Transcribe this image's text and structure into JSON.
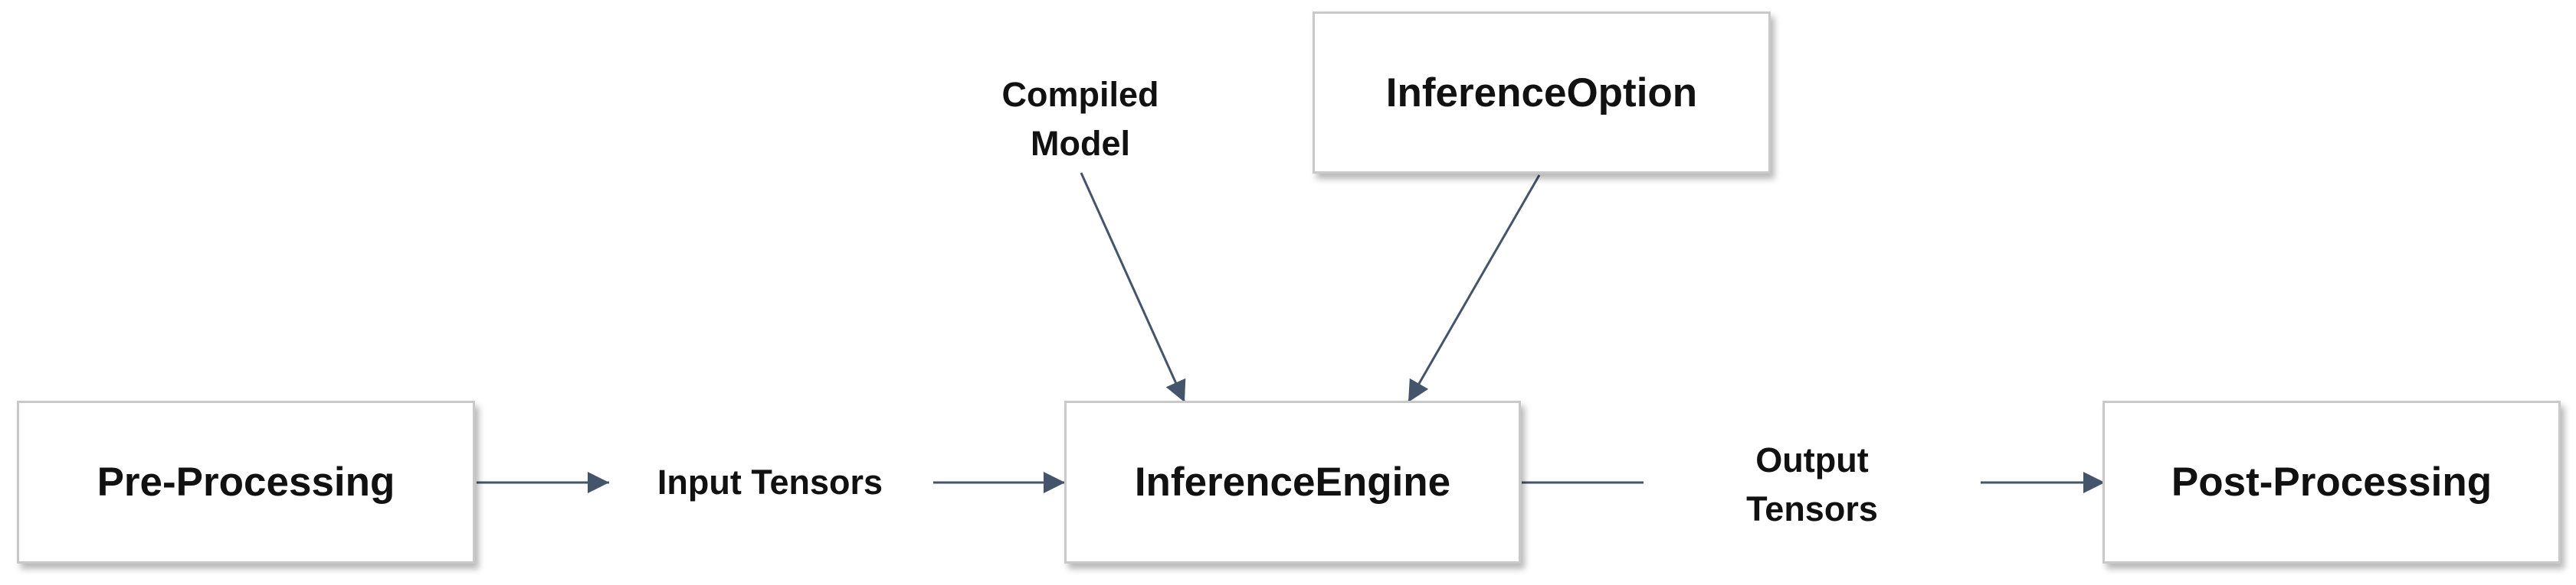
{
  "colors": {
    "arrow": "#44546a",
    "box_border": "#c9c9c9",
    "text": "#111111",
    "background": "#ffffff"
  },
  "boxes": {
    "pre_processing": "Pre-Processing",
    "inference_engine": "InferenceEngine",
    "inference_option": "InferenceOption",
    "post_processing": "Post-Processing"
  },
  "labels": {
    "input_tensors": "Input Tensors",
    "compiled_model_line1": "Compiled",
    "compiled_model_line2": "Model",
    "output_tensors_line1": "Output",
    "output_tensors_line2": "Tensors"
  }
}
